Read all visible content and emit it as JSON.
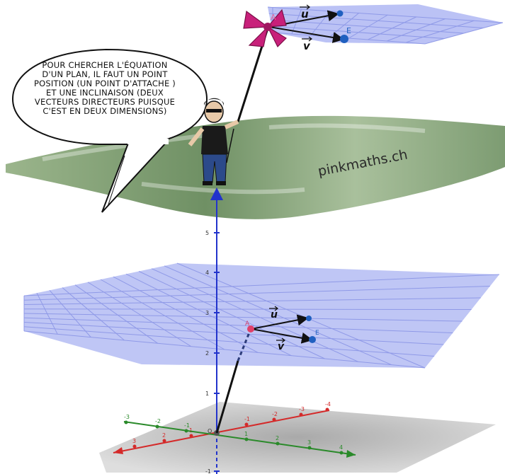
{
  "speech_bubble": {
    "text": "POUR CHERCHER L'ÉQUATION\nD'UN PLAN, IL FAUT UN POINT\nPOSITION (UN POINT D'ATTACHE )\nET UNE INCLINAISON (DEUX\nVECTEURS DIRECTEURS PUISQUE\nC'EST EN DEUX DIMENSIONS)"
  },
  "brand": "pinkmaths.ch",
  "labels": {
    "point_a": "A",
    "point_e": "E",
    "vector_u": "u",
    "vector_v": "v",
    "origin": "O"
  },
  "axes": {
    "z_ticks": [
      "-1",
      "1",
      "2",
      "3",
      "4",
      "5"
    ],
    "x_ticks": [
      "3",
      "2",
      "1",
      "-1",
      "-2",
      "-3",
      "-4"
    ],
    "y_ticks": [
      "-3",
      "-2",
      "-1",
      "1",
      "2",
      "3",
      "4"
    ]
  },
  "colors": {
    "plane": "#aab3f2",
    "plane_grid": "#8a95e6",
    "z_axis": "#2233cc",
    "x_axis": "#d42a2a",
    "y_axis": "#2a8a2a",
    "point_a": "#e0406a",
    "vector_end": "#2060c0",
    "kite_bow": "#c8207a",
    "ground_green": "#8fae7e"
  }
}
